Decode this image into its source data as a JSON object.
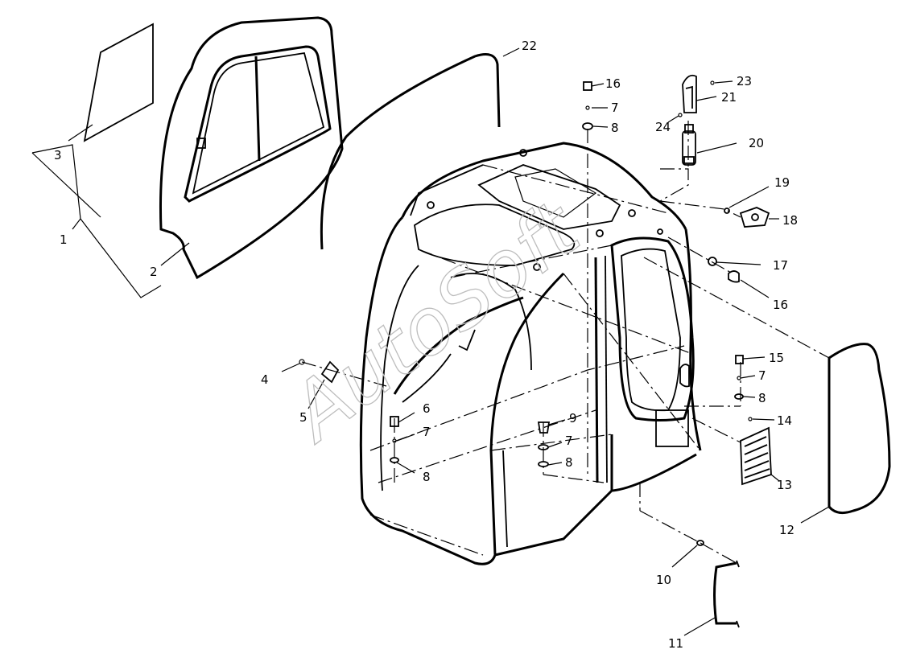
{
  "watermark": "AutoSoft",
  "callouts": {
    "c1": "1",
    "c2": "2",
    "c3": "3",
    "c4": "4",
    "c5": "5",
    "c6": "6",
    "c7a": "7",
    "c8a": "8",
    "c9": "9",
    "c7b": "7",
    "c8b": "8",
    "c10": "10",
    "c11": "11",
    "c12": "12",
    "c13": "13",
    "c14": "14",
    "c15": "15",
    "c7c": "7",
    "c8c": "8",
    "c16a": "16",
    "c7d": "7",
    "c8d": "8",
    "c16b": "16",
    "c17": "17",
    "c18": "18",
    "c19": "19",
    "c20": "20",
    "c21": "21",
    "c22": "22",
    "c23": "23",
    "c24": "24"
  }
}
